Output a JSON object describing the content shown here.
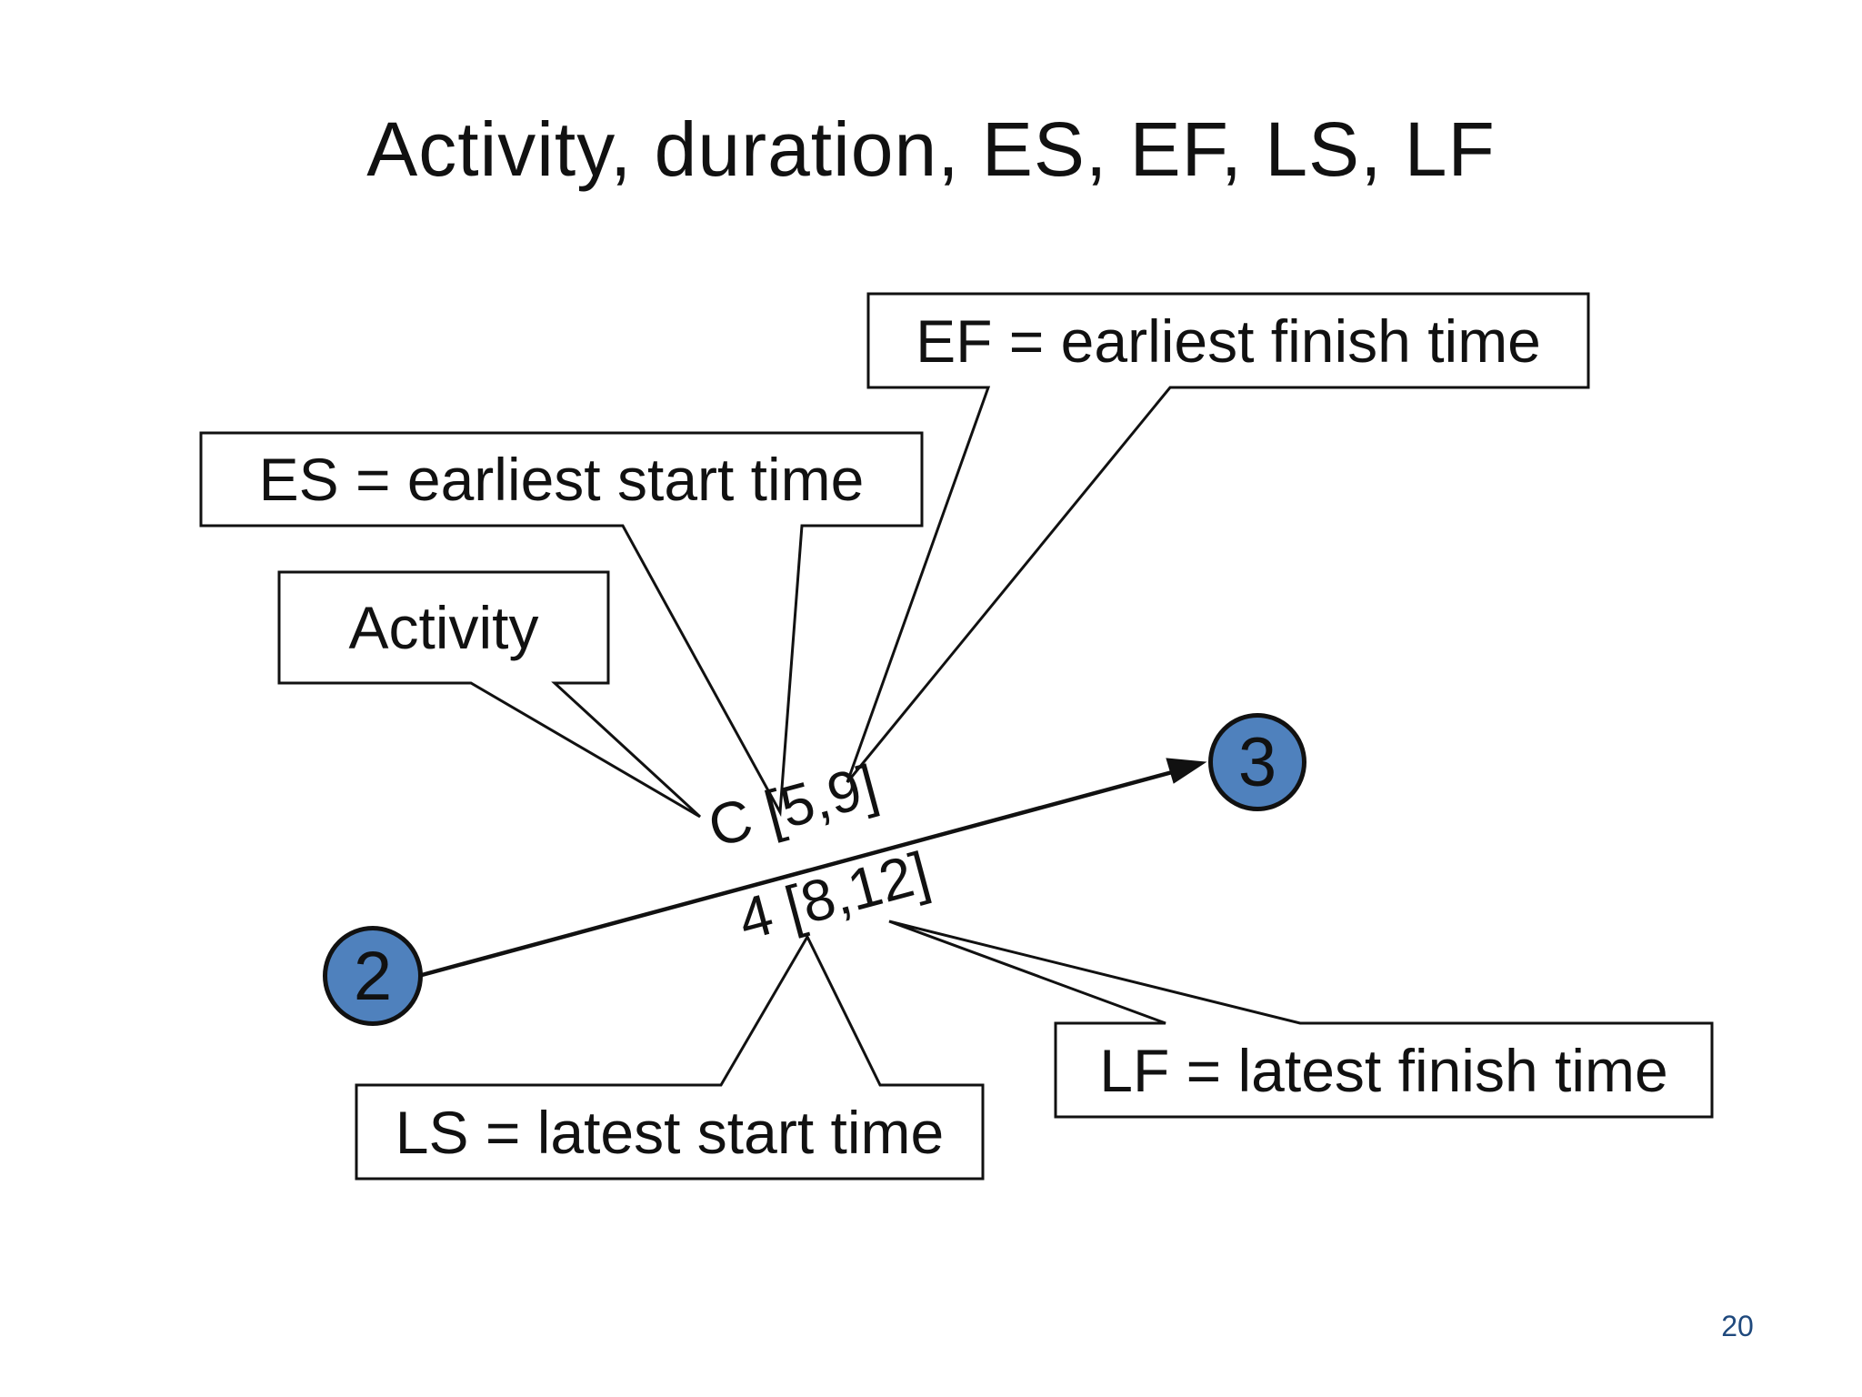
{
  "title": "Activity, duration, ES, EF, LS, LF",
  "callouts": {
    "ef": {
      "label": "EF = earliest finish time"
    },
    "es": {
      "label": "ES = earliest start time"
    },
    "activity": {
      "label": "Activity"
    },
    "ls": {
      "label": "LS = latest start time"
    },
    "lf": {
      "label": "LF = latest finish time"
    }
  },
  "nodes": {
    "from": {
      "label": "2"
    },
    "to": {
      "label": "3"
    }
  },
  "edge": {
    "label_top": "C [5,9]",
    "label_bottom": "4 [8,12]"
  },
  "page_number": "20",
  "colors": {
    "node_fill": "#4F81BD",
    "outline": "#111111",
    "page_number": "#1F497D",
    "background": "#FFFFFF"
  }
}
